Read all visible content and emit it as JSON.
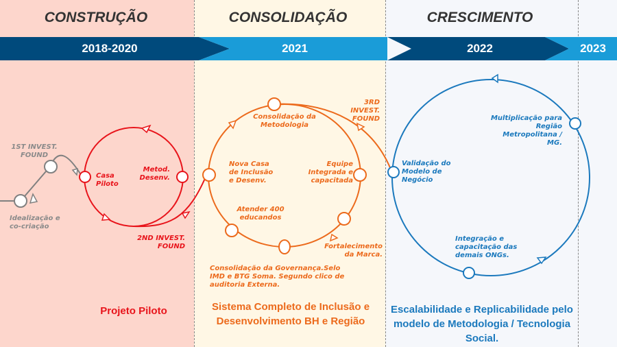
{
  "phases": [
    {
      "title": "CONSTRUÇÃO",
      "year": "2018-2020"
    },
    {
      "title": "CONSOLIDAÇÃO",
      "year": "2021"
    },
    {
      "title": "CRESCIMENTO",
      "year": "2022"
    },
    {
      "title": "",
      "year": "2023"
    }
  ],
  "colors": {
    "construcao_bg": "#fdd6cc",
    "consolidacao_bg": "#fff7e5",
    "crescimento_bg": "#f5f7fb",
    "dark_blue": "#004a7c",
    "light_blue": "#1a9cd8",
    "red": "#e8141b",
    "orange": "#ec6a1c",
    "blue": "#1b79bd"
  },
  "labels": {
    "idealizacao": "Idealização e co-criação",
    "first_invest": "1ST INVEST. FOUND",
    "casa_piloto": "Casa Piloto",
    "metod_desenv": "Metod. Desenv.",
    "second_invest": "2ND INVEST. FOUND",
    "consolidacao_metodologia": "Consolidação da Metodologia",
    "third_invest": "3RD INVEST. FOUND",
    "nova_casa": "Nova Casa de Inclusão e Desenv.",
    "equipe": "Equipe Integrada e capacitada",
    "atender": "Atender 400 educandos",
    "fortalecimento": "Fortalecimento da Marca.",
    "governanca": "Consolidação da Governança.Selo IMD e BTG Soma.  Segundo clico de auditoria Externa.",
    "validacao": "Validação do Modelo de Negócio",
    "multiplicacao": "Multiplicação para Região Metropolitana / MG.",
    "integracao": "Integração e capacitação das demais ONGs."
  },
  "bottom": {
    "construcao": "Projeto Piloto",
    "consolidacao": "Sistema Completo de Inclusão e Desenvolvimento BH e Região",
    "crescimento": "Escalabilidade e Replicabilidade pelo modelo de Metodologia / Tecnologia Social."
  }
}
